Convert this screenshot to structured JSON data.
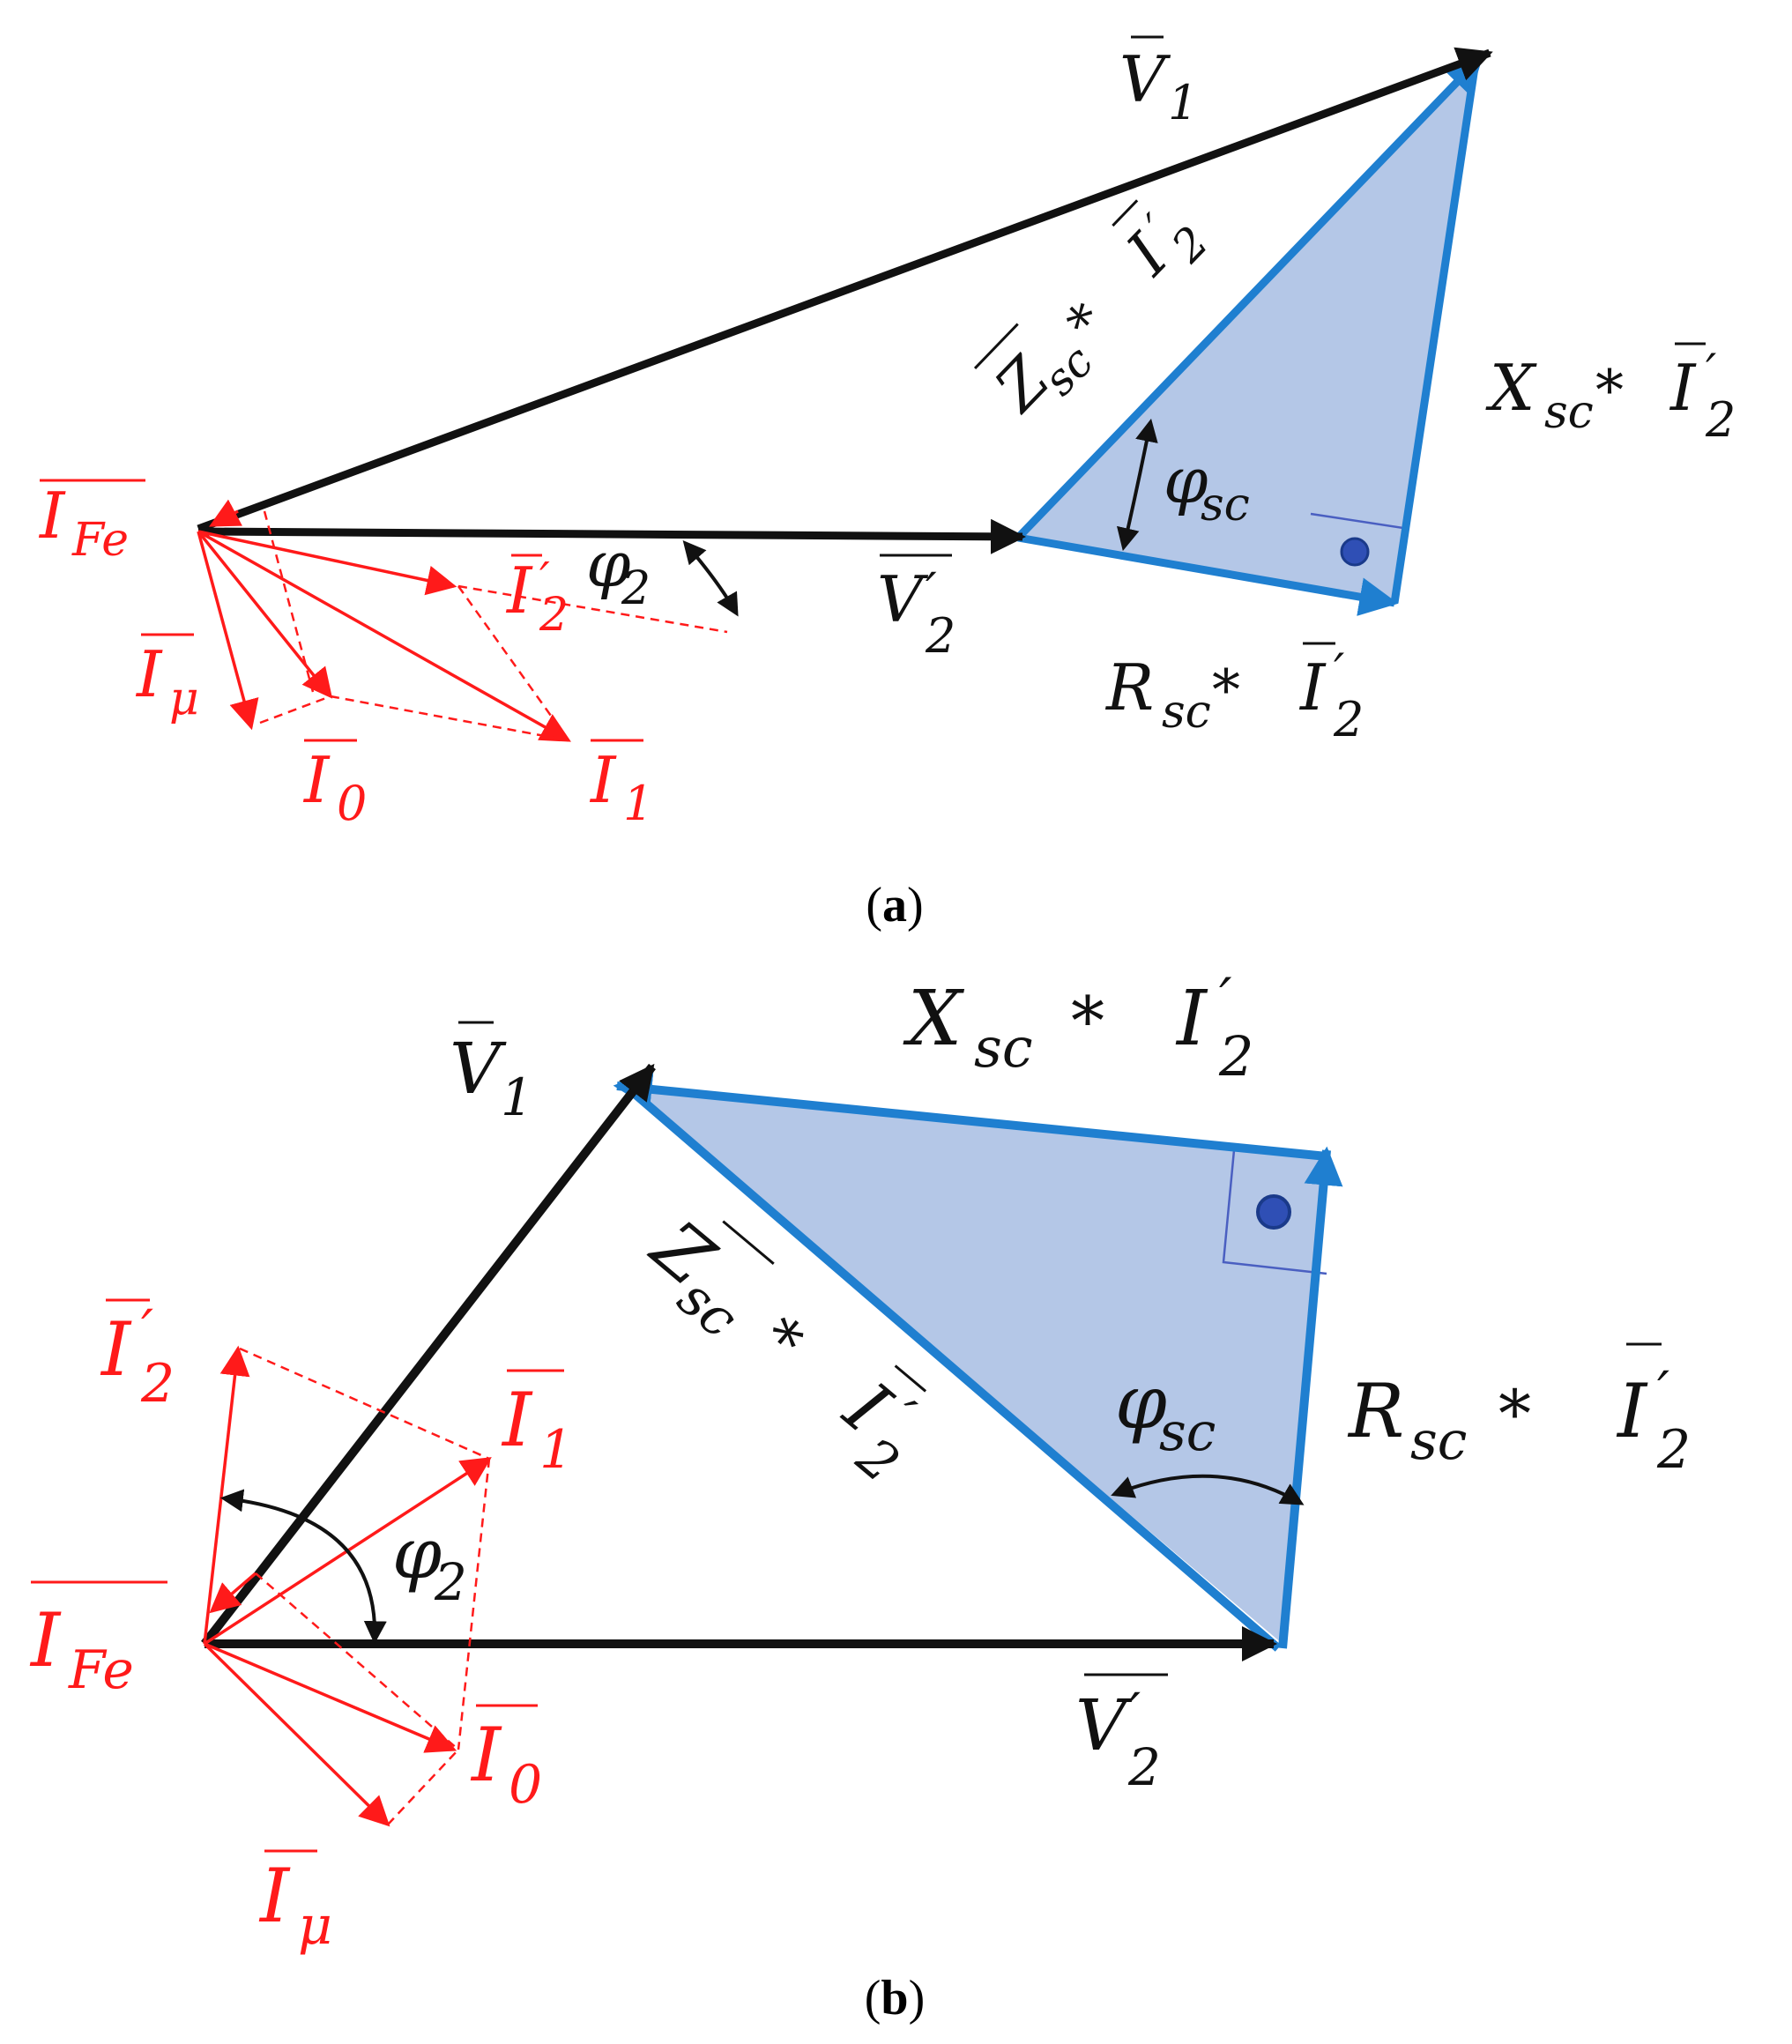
{
  "colors": {
    "voltage": "#111111",
    "current": "#ff1a1a",
    "impedance": "#1f7fd0",
    "triangle_fill": "#b4c7e7",
    "right_angle_marker": "#4a5fc1",
    "dot": "#2f4fb5"
  },
  "panel_a": {
    "caption_open": "(",
    "caption_letter": "a",
    "caption_close": ")",
    "v1": {
      "base": "V",
      "sub": "1"
    },
    "v2": {
      "base": "V",
      "prime": "′",
      "sub": "2"
    },
    "zsc": {
      "base": "Z",
      "sub": "sc",
      "op": " * ",
      "base2": "I",
      "prime": "′",
      "sub2": "2"
    },
    "xsc": {
      "base": "X",
      "sub": "sc",
      "op": " * ",
      "base2": "I",
      "prime": "′",
      "sub2": "2"
    },
    "rsc": {
      "base": "R",
      "sub": "sc",
      "op": " * ",
      "base2": "I",
      "prime": "′",
      "sub2": "2"
    },
    "phi_sc": {
      "base": "φ",
      "sub": "sc"
    },
    "phi_2": {
      "base": "φ",
      "sub": "2"
    },
    "i_fe": {
      "base": "I",
      "sub": "Fe"
    },
    "i_mu": {
      "base": "I",
      "sub": "μ"
    },
    "i_0": {
      "base": "I",
      "sub": "0"
    },
    "i_1": {
      "base": "I",
      "sub": "1"
    },
    "i_2": {
      "base": "I",
      "prime": "′",
      "sub": "2"
    }
  },
  "panel_b": {
    "caption_open": "(",
    "caption_letter": "b",
    "caption_close": ")",
    "v1": {
      "base": "V",
      "sub": "1"
    },
    "v2": {
      "base": "V",
      "prime": "′",
      "sub": "2"
    },
    "zsc": {
      "base": "Z",
      "sub": "sc",
      "op": " * ",
      "base2": "I",
      "prime": "′",
      "sub2": "2"
    },
    "xsc": {
      "base": "X",
      "sub": "sc",
      "op": " * ",
      "base2": "I",
      "prime": "′",
      "sub2": "2"
    },
    "rsc": {
      "base": "R",
      "sub": "sc",
      "op": " * ",
      "base2": "I",
      "prime": "′",
      "sub2": "2"
    },
    "phi_sc": {
      "base": "φ",
      "sub": "sc"
    },
    "phi_2": {
      "base": "φ",
      "sub": "2"
    },
    "i_fe": {
      "base": "I",
      "sub": "Fe"
    },
    "i_mu": {
      "base": "I",
      "sub": "μ"
    },
    "i_0": {
      "base": "I",
      "sub": "0"
    },
    "i_1": {
      "base": "I",
      "sub": "1"
    },
    "i_2": {
      "base": "I",
      "prime": "′",
      "sub": "2"
    }
  }
}
